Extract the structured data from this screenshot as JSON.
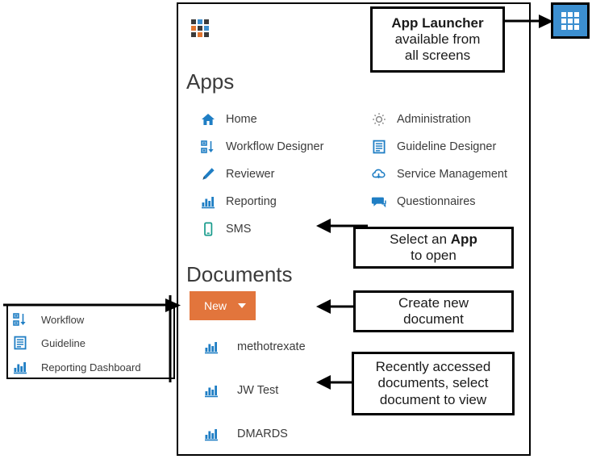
{
  "panel": {
    "grid_icon": "grid-menu-icon",
    "apps_heading": "Apps",
    "documents_heading": "Documents",
    "apps": [
      {
        "label": "Home",
        "icon": "home-icon",
        "color": "#1f7ec4"
      },
      {
        "label": "Workflow Designer",
        "icon": "workflow-icon",
        "color": "#1f7ec4"
      },
      {
        "label": "Reviewer",
        "icon": "pencil-icon",
        "color": "#1f7ec4"
      },
      {
        "label": "Reporting",
        "icon": "bar-chart-icon",
        "color": "#1f7ec4"
      },
      {
        "label": "SMS",
        "icon": "mobile-phone-icon",
        "color": "#179b8c"
      },
      {
        "label": "Administration",
        "icon": "gear-icon",
        "color": "#7b7b7b"
      },
      {
        "label": "Guideline Designer",
        "icon": "document-icon",
        "color": "#1f7ec4"
      },
      {
        "label": "Service Management",
        "icon": "cloud-download-icon",
        "color": "#1f7ec4"
      },
      {
        "label": "Questionnaires",
        "icon": "speech-bubbles-icon",
        "color": "#1f7ec4"
      }
    ],
    "new_button": {
      "label": "New",
      "caret_icon": "chevron-down-icon",
      "color": "#e2753c"
    },
    "documents": [
      {
        "label": "methotrexate",
        "icon": "bar-chart-icon"
      },
      {
        "label": "JW Test",
        "icon": "bar-chart-icon"
      },
      {
        "label": "DMARDS",
        "icon": "bar-chart-icon"
      }
    ]
  },
  "new_dropdown": {
    "items": [
      {
        "label": "Workflow",
        "icon": "workflow-icon"
      },
      {
        "label": "Guideline",
        "icon": "document-icon"
      },
      {
        "label": "Reporting Dashboard",
        "icon": "bar-chart-icon"
      }
    ]
  },
  "app_launcher_button": {
    "icon": "grid-menu-icon",
    "color": "#3c8fd0"
  },
  "callouts": {
    "launcher": {
      "line1_bold": "App Launcher",
      "line2": "available from",
      "line3": "all screens"
    },
    "select_app": {
      "line1_prefix": "Select an ",
      "line1_bold": "App",
      "line2": "to open"
    },
    "create_new": {
      "line1": "Create new",
      "line2": "document"
    },
    "recent": {
      "line1": "Recently accessed",
      "line2": "documents, select",
      "line3": "document to view"
    }
  }
}
